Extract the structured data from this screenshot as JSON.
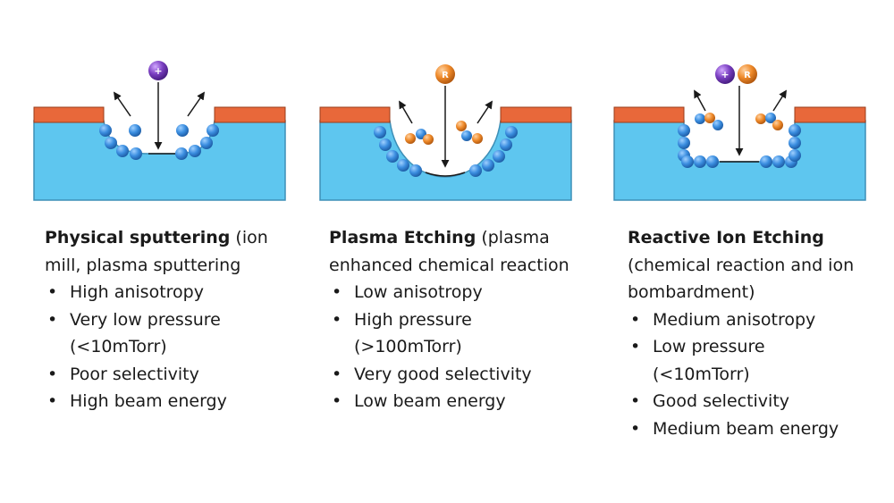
{
  "columns": [
    {
      "title": "Physical sputtering",
      "desc": " (ion mill, plasma sputtering",
      "ion_labels": [
        "+"
      ],
      "bullets": [
        {
          "line1": "High anisotropy",
          "line2": ""
        },
        {
          "line1": "Very low pressure",
          "line2": "(<10mTorr)"
        },
        {
          "line1": "Poor selectivity",
          "line2": ""
        },
        {
          "line1": "High beam energy",
          "line2": ""
        }
      ]
    },
    {
      "title": "Plasma Etching",
      "desc": " (plasma enhanced chemical reaction",
      "ion_labels": [
        "R"
      ],
      "bullets": [
        {
          "line1": "Low anisotropy",
          "line2": ""
        },
        {
          "line1": "High pressure",
          "line2": "(>100mTorr)"
        },
        {
          "line1": "Very good selectivity",
          "line2": ""
        },
        {
          "line1": "Low beam energy",
          "line2": ""
        }
      ]
    },
    {
      "title": "Reactive Ion Etching",
      "desc": " (chemical reaction and ion bombardment)",
      "ion_labels": [
        "+",
        "R"
      ],
      "bullets": [
        {
          "line1": "Medium anisotropy",
          "line2": ""
        },
        {
          "line1": "Low pressure",
          "line2": "(<10mTorr)"
        },
        {
          "line1": "Good selectivity",
          "line2": ""
        },
        {
          "line1": "Medium beam energy",
          "line2": ""
        }
      ]
    }
  ],
  "bullet_symbol": "•",
  "colors": {
    "substrate": "#5ec6ef",
    "substrate_edge": "#3d8fb7",
    "mask": "#e8683a",
    "mask_edge": "#9a3c1a",
    "atom_blue": "#3b8ee0",
    "atom_orange": "#ef8a2a",
    "ion_purple": "#7a3fc1",
    "ion_orange": "#e0812b"
  }
}
